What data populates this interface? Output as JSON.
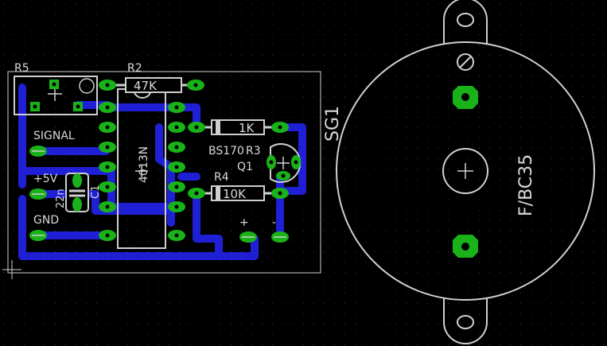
{
  "colors": {
    "background": "#000000",
    "grid_dot": "#3a3a3a",
    "copper_trace": "#1f1fd6",
    "pad_green": "#19b319",
    "silkscreen": "#cfcfcf",
    "hole": "#000000"
  },
  "labels": {
    "r5": "R5",
    "r2": "R2",
    "r2_value": "47K",
    "ic": "4013N",
    "r3_value": "1K",
    "r3": "R3",
    "transistor_type": "BS170",
    "q1": "Q1",
    "r4": "R4",
    "r4_value": "10K",
    "signal": "SIGNAL",
    "plus5v": "+5V",
    "c1_value": "22n",
    "c1": "C1",
    "gnd": "GND",
    "plus": "+",
    "minus": "-",
    "sg1": "SG1",
    "buzzer_model": "F/BC35"
  }
}
